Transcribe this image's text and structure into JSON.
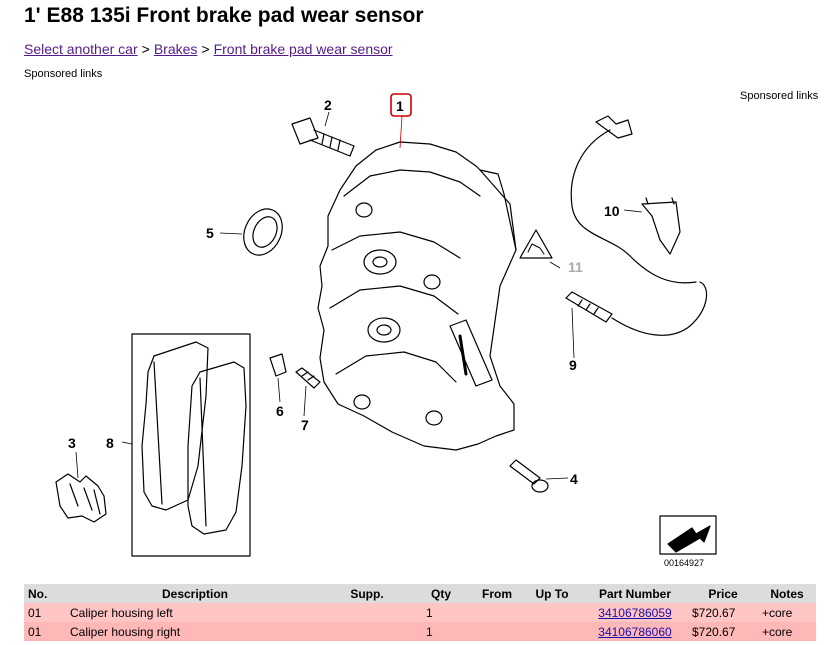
{
  "page": {
    "title": "1' E88 135i Front brake pad wear sensor",
    "breadcrumb": {
      "link1": "Select another car",
      "link2": "Brakes",
      "link3": "Front brake pad wear sensor",
      "separator": ">"
    },
    "sponsored_left": "Sponsored links",
    "sponsored_right": "Sponsored links"
  },
  "diagram": {
    "callouts": [
      "1",
      "2",
      "3",
      "4",
      "5",
      "6",
      "7",
      "8",
      "9",
      "10",
      "11"
    ],
    "image_number": "00164927",
    "colors": {
      "line": "#000000",
      "highlight": "#cc0000",
      "muted": "#aaaaaa"
    }
  },
  "table": {
    "headers": [
      "No.",
      "Description",
      "Supp.",
      "Qty",
      "From",
      "Up To",
      "Part Number",
      "Price",
      "Notes"
    ],
    "rows": [
      {
        "no": "01",
        "description": "Caliper housing left",
        "supp": "",
        "qty": "1",
        "from": "",
        "upto": "",
        "part_number": "34106786059",
        "price": "$720.67",
        "notes": "+core"
      },
      {
        "no": "01",
        "description": "Caliper housing right",
        "supp": "",
        "qty": "1",
        "from": "",
        "upto": "",
        "part_number": "34106786060",
        "price": "$720.67",
        "notes": "+core"
      }
    ],
    "colors": {
      "header_bg": "#dcdcdc",
      "row_bg": "#ffc4c4"
    }
  }
}
